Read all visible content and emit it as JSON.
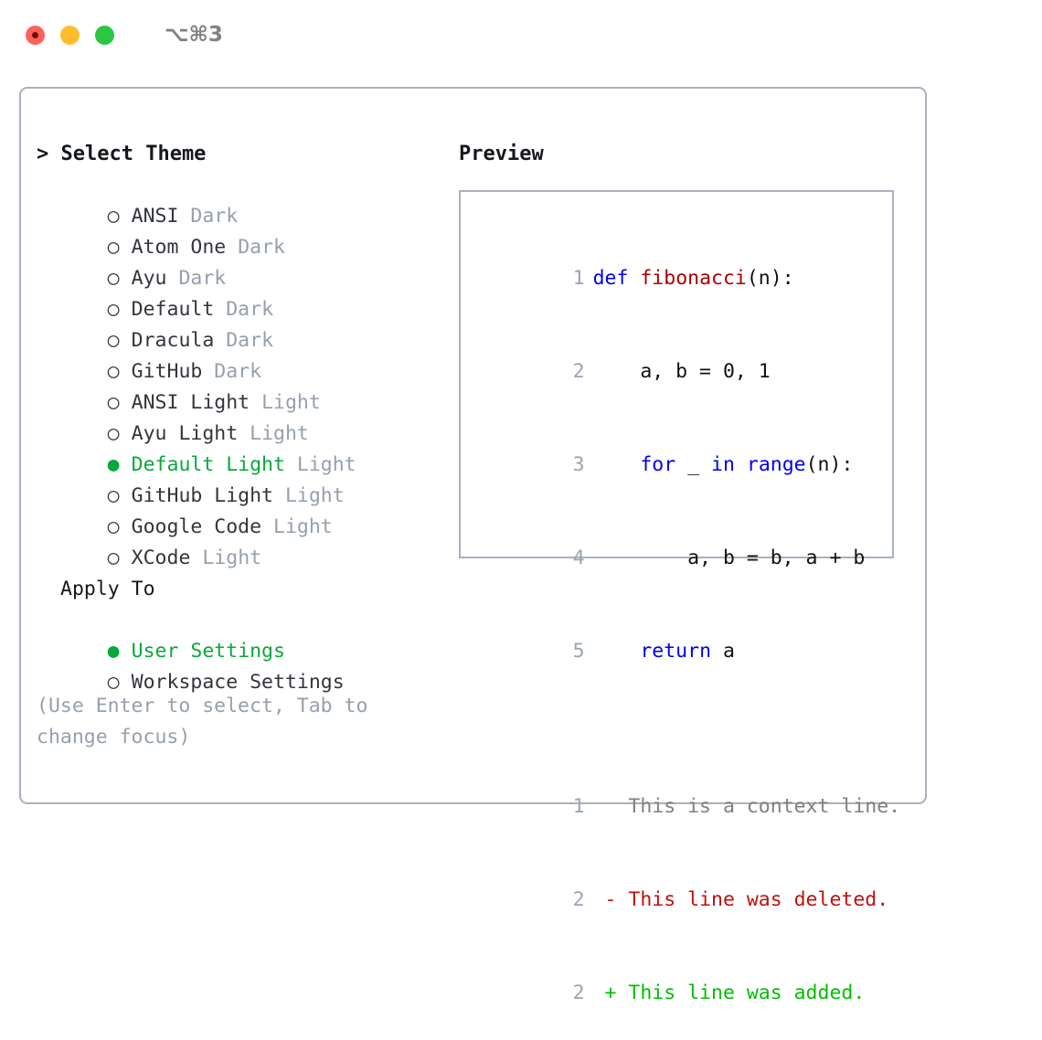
{
  "titlebar": {
    "shortcut": "⌥⌘3",
    "buttons": [
      {
        "name": "close",
        "color": "#ff6159"
      },
      {
        "name": "minimize",
        "color": "#ffbd2e"
      },
      {
        "name": "maximize",
        "color": "#28c840"
      }
    ]
  },
  "colors": {
    "accent_green": "#0aa83c",
    "muted": "#95a0ad",
    "border": "#a8b2bd",
    "keyword_blue": "#0000ee",
    "function_red": "#aa0000",
    "diff_deleted": "#c01010",
    "diff_added": "#00c000",
    "context_gray": "#808080"
  },
  "theme_list": {
    "header": "> Select Theme",
    "selected_marker": "●",
    "unselected_marker": "○",
    "items": [
      {
        "name": "ANSI",
        "kind": "Dark",
        "selected": false
      },
      {
        "name": "Atom One",
        "kind": "Dark",
        "selected": false
      },
      {
        "name": "Ayu",
        "kind": "Dark",
        "selected": false
      },
      {
        "name": "Default",
        "kind": "Dark",
        "selected": false
      },
      {
        "name": "Dracula",
        "kind": "Dark",
        "selected": false
      },
      {
        "name": "GitHub",
        "kind": "Dark",
        "selected": false
      },
      {
        "name": "ANSI Light",
        "kind": "Light",
        "selected": false
      },
      {
        "name": "Ayu Light",
        "kind": "Light",
        "selected": false
      },
      {
        "name": "Default Light",
        "kind": "Light",
        "selected": true
      },
      {
        "name": "GitHub Light",
        "kind": "Light",
        "selected": false
      },
      {
        "name": "Google Code",
        "kind": "Light",
        "selected": false
      },
      {
        "name": "XCode",
        "kind": "Light",
        "selected": false
      }
    ]
  },
  "apply_to": {
    "title": "Apply To",
    "options": [
      {
        "label": "User Settings",
        "selected": true
      },
      {
        "label": "Workspace Settings",
        "selected": false
      }
    ]
  },
  "hint": "(Use Enter to select, Tab to change focus)",
  "preview": {
    "title": "Preview",
    "code_lines": [
      {
        "no": "1",
        "tokens": [
          {
            "t": "def",
            "c": "kw"
          },
          {
            "t": " ",
            "c": "plain"
          },
          {
            "t": "fibonacci",
            "c": "fn"
          },
          {
            "t": "(n):",
            "c": "plain"
          }
        ]
      },
      {
        "no": "2",
        "tokens": [
          {
            "t": "    a, b = 0, 1",
            "c": "plain"
          }
        ]
      },
      {
        "no": "3",
        "tokens": [
          {
            "t": "    ",
            "c": "plain"
          },
          {
            "t": "for",
            "c": "kw"
          },
          {
            "t": " _ ",
            "c": "plain"
          },
          {
            "t": "in",
            "c": "kw"
          },
          {
            "t": " ",
            "c": "plain"
          },
          {
            "t": "range",
            "c": "kw"
          },
          {
            "t": "(n):",
            "c": "plain"
          }
        ]
      },
      {
        "no": "4",
        "tokens": [
          {
            "t": "        a, b = b, a + b",
            "c": "plain"
          }
        ]
      },
      {
        "no": "5",
        "tokens": [
          {
            "t": "    ",
            "c": "plain"
          },
          {
            "t": "return",
            "c": "kw"
          },
          {
            "t": " a",
            "c": "plain"
          }
        ]
      }
    ],
    "diff_lines": [
      {
        "no": "1",
        "tokens": [
          {
            "t": "   This is a context line.",
            "c": "ctx"
          }
        ]
      },
      {
        "no": "2",
        "tokens": [
          {
            "t": " - This line was deleted.",
            "c": "del"
          }
        ]
      },
      {
        "no": "2",
        "tokens": [
          {
            "t": " + This line was added.",
            "c": "add"
          }
        ]
      }
    ]
  }
}
